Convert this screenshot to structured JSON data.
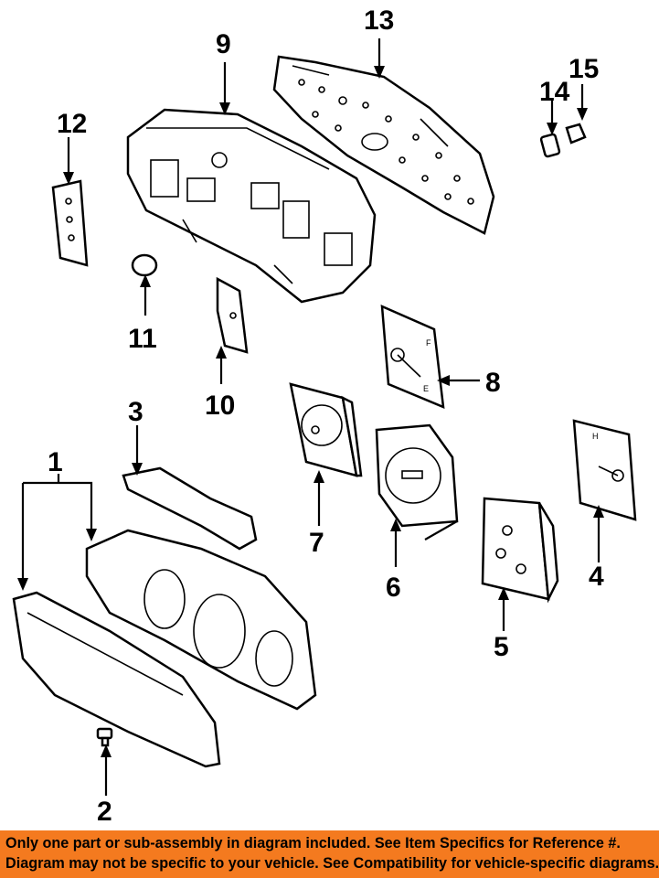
{
  "callouts": {
    "c1": "1",
    "c2": "2",
    "c3": "3",
    "c4": "4",
    "c5": "5",
    "c6": "6",
    "c7": "7",
    "c8": "8",
    "c9": "9",
    "c10": "10",
    "c11": "11",
    "c12": "12",
    "c13": "13",
    "c14": "14",
    "c15": "15"
  },
  "banner": {
    "line1": "Only one part or sub-assembly in diagram included. See Item Specifics for Reference #.",
    "line2": "Diagram may not be specific to your vehicle. See Compatibility for vehicle-specific diagrams.",
    "background_color": "#f47a1f"
  }
}
